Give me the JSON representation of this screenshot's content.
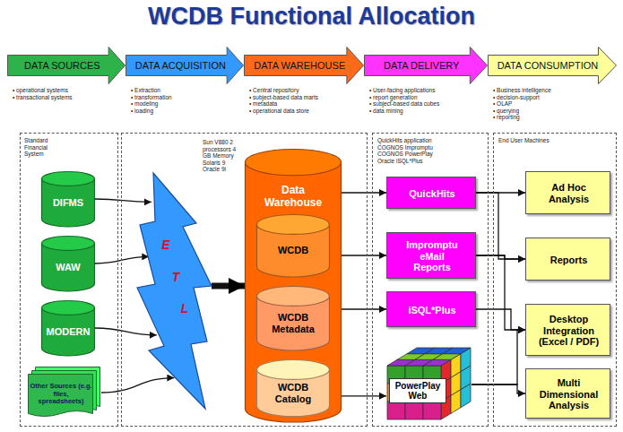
{
  "diagram": {
    "title": "WCDB Functional Allocation",
    "nodes": [
      {
        "text": [
          "DATA SOURCES",
          "• operational systems",
          "• transactional systems"
        ]
      },
      {
        "text": [
          "DATA ACQUISITION",
          "• Extraction",
          "• transformation",
          "• modeling",
          "• loading"
        ]
      },
      {
        "text": [
          "DATA WAREHOUSE",
          "• Central repository",
          "• subject-based data marts",
          "• metadata",
          "• operational data store"
        ]
      },
      {
        "text": [
          "DATA DELIVERY",
          "• User-facing applications",
          "• report generation",
          "• subject-based data cubes",
          "• data mining"
        ]
      },
      {
        "text": [
          "DATA CONSUMPTION",
          "• Business intelligence",
          "• decision-support",
          "• OLAP",
          "• querying",
          "• reporting"
        ]
      },
      {
        "text": [
          "Standard Financial System"
        ]
      },
      {
        "text": [
          "DIFMS"
        ],
        "in": 5
      },
      {
        "text": [
          "WAW"
        ],
        "in": 5
      },
      {
        "text": [
          "MODERN"
        ],
        "in": 5
      },
      {
        "text": [
          "Other Sources (e.g. files, spreadsheets)"
        ],
        "in": 5
      },
      {
        "text": [
          "Sun V880 2 processors 4 GB Memory Solaris 9 Oracle 9i"
        ]
      },
      {
        "text": [
          "E",
          "T",
          "L"
        ],
        "in": 10
      },
      {
        "text": [
          "Data Warehouse"
        ],
        "in": 10
      },
      {
        "text": [
          "WCDB"
        ],
        "in": 12
      },
      {
        "text": [
          "WCDB Metadata"
        ],
        "in": 12
      },
      {
        "text": [
          "WCDB Catalog"
        ],
        "in": 12
      },
      {
        "text": [
          "QuickHits application COGNOS Impromptu COGNOS PowerPlay Oracle iSQL*Plus"
        ]
      },
      {
        "text": [
          "QuickHits"
        ],
        "in": 16
      },
      {
        "text": [
          "Impromptu eMail Reports"
        ],
        "in": 16
      },
      {
        "text": [
          "iSQL*Plus"
        ],
        "in": 16
      },
      {
        "text": [
          "PowerPlay Web"
        ],
        "in": 16
      },
      {
        "text": [
          "End User Machines"
        ]
      },
      {
        "text": [
          "Ad Hoc Analysis"
        ],
        "in": 21
      },
      {
        "text": [
          "Reports"
        ],
        "in": 21
      },
      {
        "text": [
          "Desktop Integration (Excel / PDF)"
        ],
        "in": 21
      },
      {
        "text": [
          "Multi Dimensional Analysis"
        ],
        "in": 21
      }
    ],
    "edges": [
      {
        "from": 6,
        "to": 11,
        "arrow": "to"
      },
      {
        "from": 7,
        "to": 11,
        "arrow": "to"
      },
      {
        "from": 8,
        "to": 11,
        "arrow": "to"
      },
      {
        "from": 9,
        "to": 11,
        "arrow": "to"
      },
      {
        "from": 11,
        "to": 12,
        "arrow": "to"
      },
      {
        "from": 12,
        "to": 17,
        "arrow": "to"
      },
      {
        "from": 12,
        "to": 18,
        "arrow": "to"
      },
      {
        "from": 12,
        "to": 19,
        "arrow": "to"
      },
      {
        "from": 12,
        "to": 20,
        "arrow": "to"
      },
      {
        "from": 17,
        "to": 22,
        "arrow": "to"
      },
      {
        "from": 17,
        "to": 23,
        "arrow": "to"
      },
      {
        "from": 18,
        "to": 23,
        "arrow": "to"
      },
      {
        "from": 18,
        "to": 24,
        "arrow": "to"
      },
      {
        "from": 19,
        "to": 24,
        "arrow": "to"
      },
      {
        "from": 20,
        "to": 24,
        "arrow": "to"
      },
      {
        "from": 20,
        "to": 25,
        "arrow": "to"
      }
    ]
  }
}
